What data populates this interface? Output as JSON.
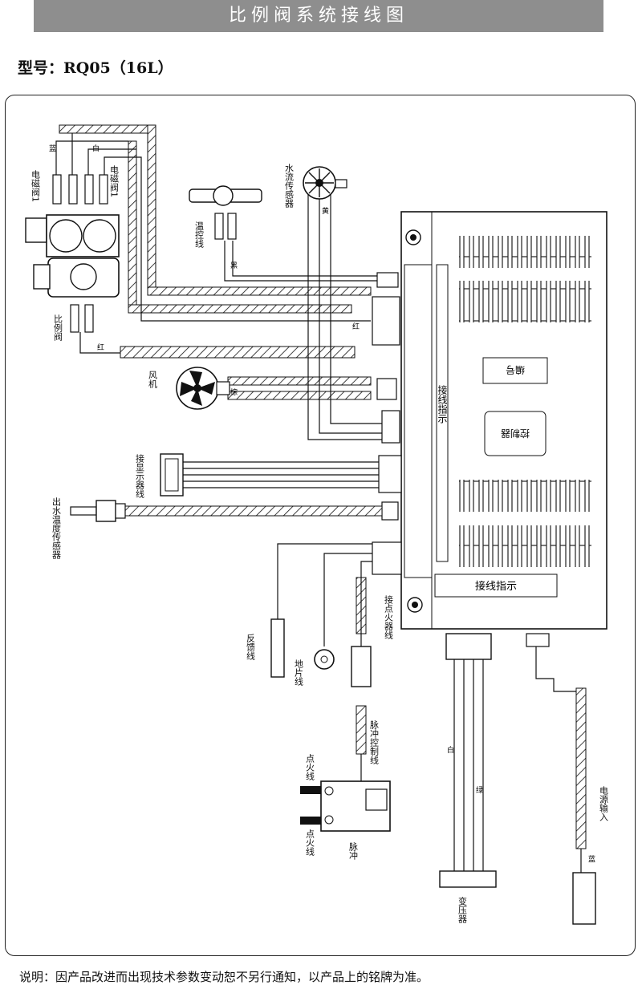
{
  "header": {
    "title": "比例阀系统接线图"
  },
  "model": {
    "label": "型号：RQ05（16L）"
  },
  "footer": {
    "note": "说明：因产品改进而出现技术参数变动恕不另行通知，以产品上的铭牌为准。"
  },
  "components": {
    "solenoid_valve_top": "电磁阀1",
    "solenoid_valve_left": "电磁阀1",
    "water_flow_sensor": "水流传感器",
    "temp_control_line": "温控线",
    "proportional_valve": "比例阀",
    "fan": "风机",
    "display_line": "接显示器线",
    "outlet_temp_sensor": "出水温度传感器",
    "feedback_line": "反馈线",
    "ground_line": "地片线",
    "igniter_line": "接点火器线",
    "pulse_control_line": "脉冲控制线",
    "ignition_line_1": "点火线",
    "ignition_line_2": "点火线",
    "pulse_igniter": "脉冲",
    "transformer": "变压器",
    "power_input": "电源输入",
    "wiring_guide": "接线指示",
    "wiring_guide_vertical": "接线指示",
    "controller_label_1": "控制器",
    "controller_label_2": "编号"
  },
  "wire_colors": {
    "red": "红",
    "black": "黑",
    "white": "白",
    "blue": "蓝",
    "yellow": "黄",
    "brown": "棕",
    "green": "绿"
  }
}
